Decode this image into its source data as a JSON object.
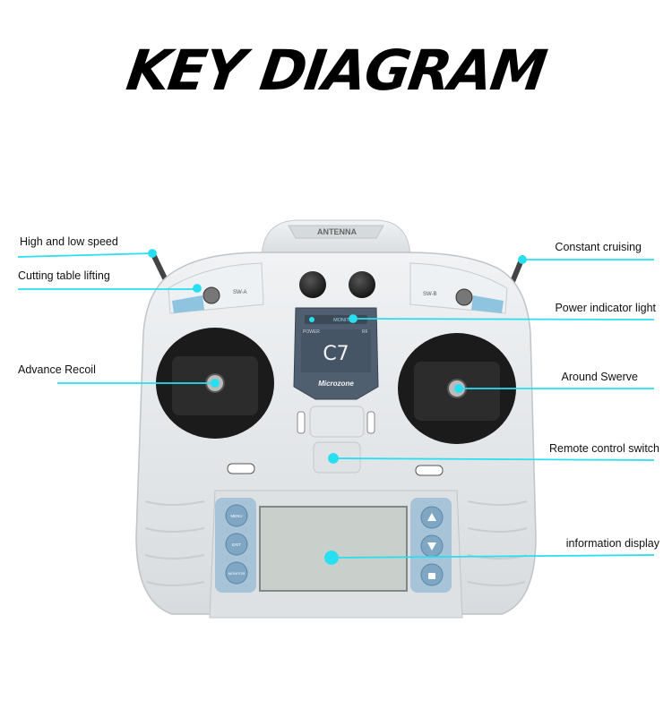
{
  "title": "KEY DIAGRAM",
  "device": {
    "antenna_label": "ANTENNA",
    "switch_a_label": "SW-A",
    "switch_b_label": "SW-B",
    "model": "C7",
    "brand": "Microzone",
    "power_label": "POWER",
    "rf_label": "RF",
    "monitor_label": "MONITOR",
    "left_buttons": [
      "MENU",
      "EXIT",
      "MONITOR"
    ]
  },
  "labels": {
    "high_low_speed": "High and low speed",
    "cutting_table": "Cutting table lifting",
    "advance_recoil": "Advance Recoil",
    "constant_cruising": "Constant cruising",
    "power_indicator": "Power indicator light",
    "around_swerve": "Around Swerve",
    "remote_switch": "Remote control switch",
    "info_display": "information display"
  },
  "colors": {
    "accent": "#27dff0",
    "body": "#e6e9ec",
    "screen": "#c9cfcb",
    "button": "#7fa7c4"
  }
}
